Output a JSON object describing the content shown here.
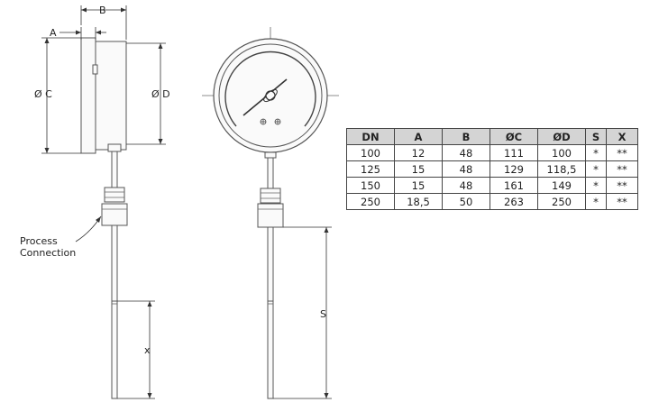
{
  "labels": {
    "dim_a": "A",
    "dim_b": "B",
    "dim_c": "Ø C",
    "dim_d": "Ø D",
    "dim_x": "x",
    "dim_s": "S",
    "process_line1": "Process",
    "process_line2": "Connection"
  },
  "table": {
    "headers": [
      "DN",
      "A",
      "B",
      "ØC",
      "ØD",
      "S",
      "X"
    ],
    "rows": [
      [
        "100",
        "12",
        "48",
        "111",
        "100",
        "*",
        "**"
      ],
      [
        "125",
        "15",
        "48",
        "129",
        "118,5",
        "*",
        "**"
      ],
      [
        "150",
        "15",
        "48",
        "161",
        "149",
        "*",
        "**"
      ],
      [
        "250",
        "18,5",
        "50",
        "263",
        "250",
        "*",
        "**"
      ]
    ]
  }
}
